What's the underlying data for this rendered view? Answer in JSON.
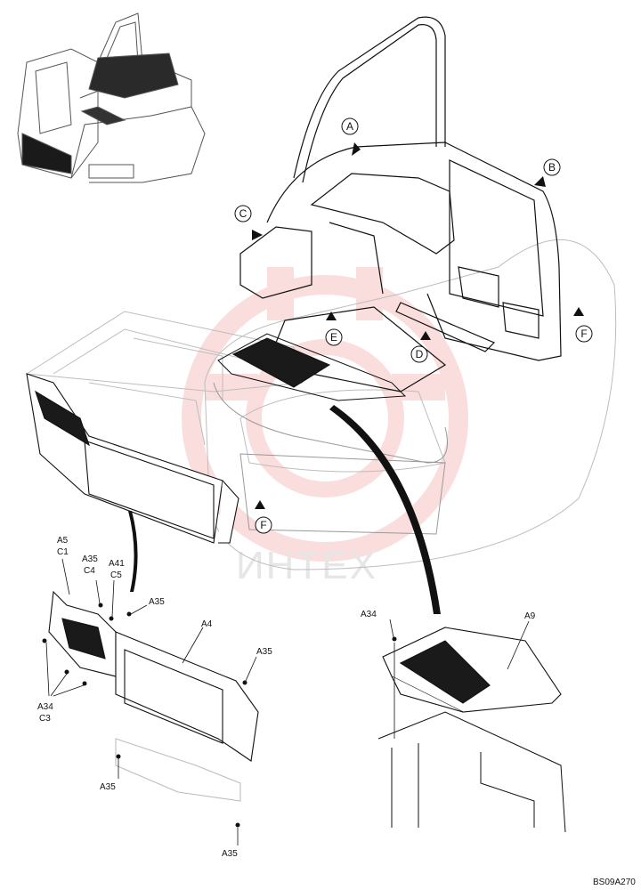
{
  "drawing": {
    "reference_code": "BS09A270",
    "watermark_text": "ИНТЕХ",
    "colors": {
      "line": "#111111",
      "ghost": "#bdbdbd",
      "watermark": "#f2b8b8",
      "dark_fill": "#1a1a1a"
    }
  },
  "view_markers": [
    {
      "id": "A",
      "letter": "A"
    },
    {
      "id": "B",
      "letter": "B"
    },
    {
      "id": "C",
      "letter": "C"
    },
    {
      "id": "D",
      "letter": "D"
    },
    {
      "id": "E",
      "letter": "E"
    },
    {
      "id": "F1",
      "letter": "F"
    },
    {
      "id": "F2",
      "letter": "F"
    }
  ],
  "part_callouts": {
    "a5": "A5",
    "c1": "C1",
    "a35_c4_a": "A35",
    "a35_c4_b": "C4",
    "a41": "A41",
    "c5": "C5",
    "a35_top": "A35",
    "a4": "A4",
    "a35_right": "A35",
    "a34_left": "A34",
    "c3": "C3",
    "a35_bottom1": "A35",
    "a35_bottom2": "A35",
    "a34_right": "A34",
    "a9": "A9"
  }
}
